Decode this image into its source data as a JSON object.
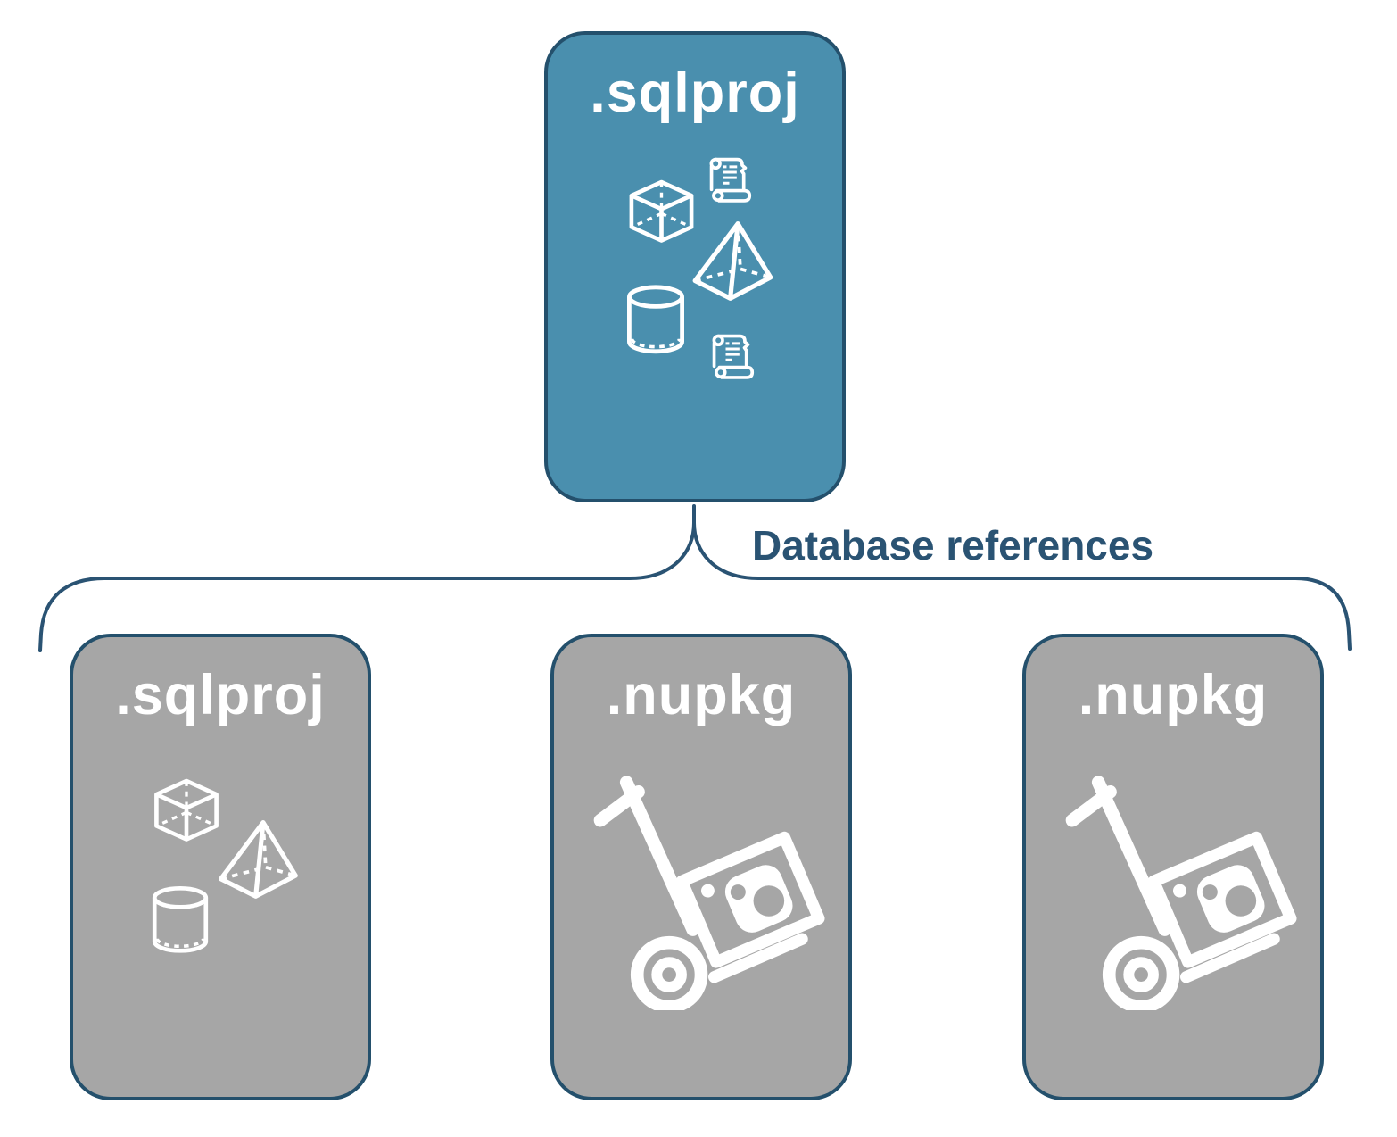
{
  "diagram": {
    "root": {
      "label": ".sqlproj",
      "icons": [
        "cube-icon",
        "scroll-icon",
        "pyramid-icon",
        "cylinder-icon",
        "scroll-icon"
      ]
    },
    "connector": {
      "label": "Database references"
    },
    "children": [
      {
        "label": ".sqlproj",
        "icons": [
          "cube-icon",
          "pyramid-icon",
          "cylinder-icon"
        ]
      },
      {
        "label": ".nupkg",
        "icons": [
          "nuget-dolly-icon"
        ]
      },
      {
        "label": ".nupkg",
        "icons": [
          "nuget-dolly-icon"
        ]
      }
    ],
    "colors": {
      "root_fill": "#4A8FAE",
      "child_fill": "#A6A6A6",
      "box_outline": "#24506C",
      "connector_stroke": "#2A5373",
      "label_text": "#2A5373",
      "icon_stroke": "#FFFFFF",
      "title_text": "#FFFFFF"
    }
  }
}
